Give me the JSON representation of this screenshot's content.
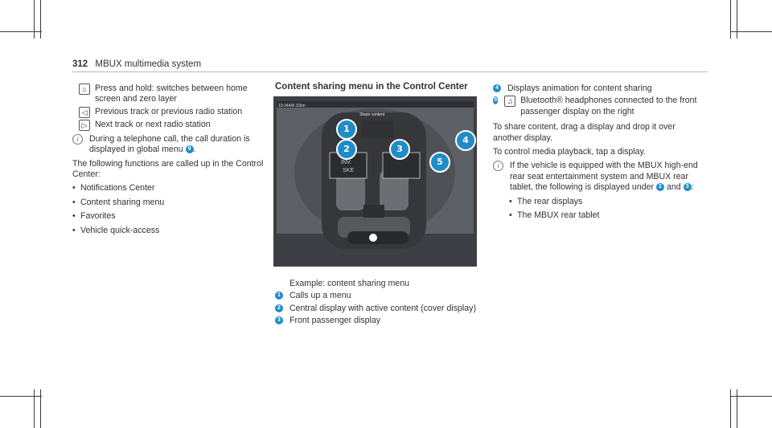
{
  "page": {
    "number": "312",
    "title": "MBUX multimedia system"
  },
  "left_column": {
    "home_icon": "⌂",
    "home_text": "Press and hold: switches between home screen and zero layer",
    "prev_icon": "◁",
    "prev_text": "Previous track or previous radio station",
    "next_icon": "▷",
    "next_text": "Next track or next radio station",
    "info_icon": "i",
    "note_text_a": "During a telephone call, the call duration is displayed in global menu",
    "note_num": "9",
    "note_text_b": ".",
    "intro": "The following functions are called up in the Control Center:",
    "bullets": [
      "Notifications Center",
      "Content sharing menu",
      "Favorites",
      "Vehicle quick-access"
    ]
  },
  "middle_column": {
    "heading": "Content sharing menu in the Control Center",
    "screen": {
      "status_left": "10:34AM   33km",
      "share_label": "Share content",
      "display_text_1": "INV.",
      "display_text_2": "SKE"
    },
    "callouts": [
      "1",
      "2",
      "3",
      "4",
      "5"
    ],
    "example": "Example: content sharing menu",
    "legend": [
      {
        "num": "1",
        "text": "Calls up a menu"
      },
      {
        "num": "2",
        "text": "Central display with active content (cover display)"
      },
      {
        "num": "3",
        "text": "Front passenger display"
      }
    ]
  },
  "right_column": {
    "legend": [
      {
        "num": "4",
        "text": "Displays animation for content sharing"
      },
      {
        "num": "5",
        "icon": "♫",
        "text": "Bluetooth® headphones connected to the front passenger display on the right"
      }
    ],
    "para1": "To share content, drag a display and drop it over another display.",
    "para2": "To control media playback, tap a display.",
    "info_icon": "i",
    "note_a": "If the vehicle is equipped with the MBUX high-end rear seat entertainment system and MBUX rear tablet, the following is displayed under",
    "note_num_2": "2",
    "note_and": "and",
    "note_num_3": "3",
    "note_colon": ":",
    "bullets": [
      "The rear displays",
      "The MBUX rear tablet"
    ]
  },
  "colors": {
    "accent": "#1f8cc9",
    "screen_bg": "#3d3f44"
  }
}
